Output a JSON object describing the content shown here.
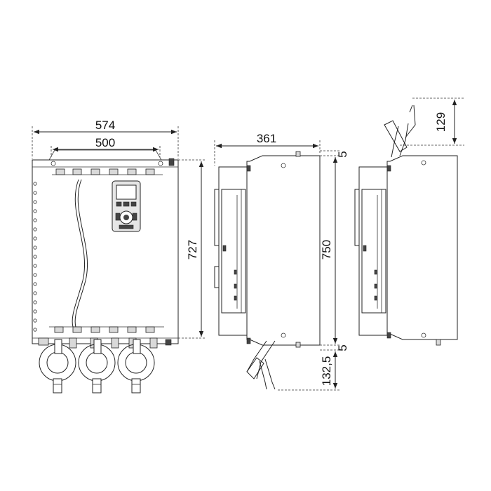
{
  "drawing": {
    "front": {
      "width_overall": "574",
      "width_mount": "500",
      "height_mount": "727"
    },
    "side": {
      "depth": "361",
      "height_total": "750",
      "top_clear": "5",
      "bottom_clear": "5",
      "cable_bottom": "132,5"
    },
    "rear": {
      "cable_top": "129"
    }
  }
}
